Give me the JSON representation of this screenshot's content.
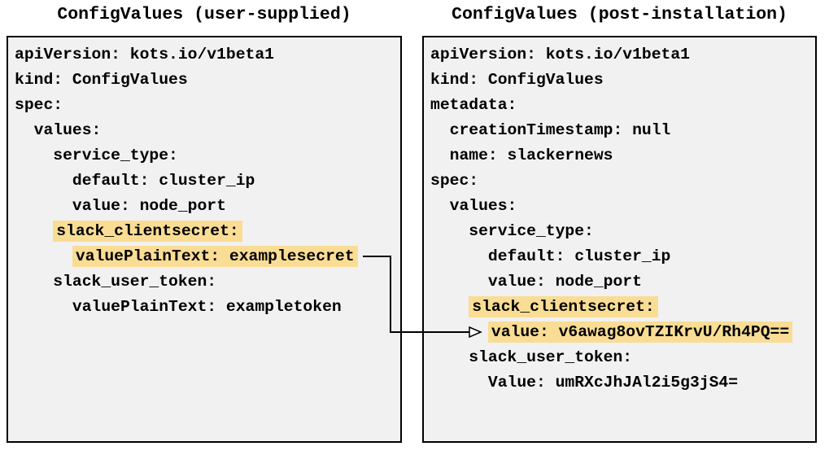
{
  "colors": {
    "page_background": "#ffffff",
    "panel_background": "#f1f1f1",
    "panel_border": "#000000",
    "highlight": "#fadd94",
    "text": "#000000",
    "arrow": "#000000"
  },
  "left_panel": {
    "title": "ConfigValues (user-supplied)",
    "lines": [
      {
        "indent": "",
        "text": "apiVersion: kots.io/v1beta1",
        "highlight": false
      },
      {
        "indent": "",
        "text": "kind: ConfigValues",
        "highlight": false
      },
      {
        "indent": "",
        "text": "spec:",
        "highlight": false
      },
      {
        "indent": "  ",
        "text": "values:",
        "highlight": false
      },
      {
        "indent": "    ",
        "text": "service_type:",
        "highlight": false
      },
      {
        "indent": "      ",
        "text": "default: cluster_ip",
        "highlight": false
      },
      {
        "indent": "      ",
        "text": "value: node_port",
        "highlight": false
      },
      {
        "indent": "    ",
        "text": "slack_clientsecret:",
        "highlight": true
      },
      {
        "indent": "      ",
        "text": "valuePlainText: examplesecret",
        "highlight": true
      },
      {
        "indent": "    ",
        "text": "slack_user_token:",
        "highlight": false
      },
      {
        "indent": "      ",
        "text": "valuePlainText: exampletoken",
        "highlight": false
      }
    ]
  },
  "right_panel": {
    "title": "ConfigValues (post-installation)",
    "lines": [
      {
        "indent": "",
        "text": "apiVersion: kots.io/v1beta1",
        "highlight": false
      },
      {
        "indent": "",
        "text": "kind: ConfigValues",
        "highlight": false
      },
      {
        "indent": "",
        "text": "metadata:",
        "highlight": false
      },
      {
        "indent": "  ",
        "text": "creationTimestamp: null",
        "highlight": false
      },
      {
        "indent": "  ",
        "text": "name: slackernews",
        "highlight": false
      },
      {
        "indent": "",
        "text": "spec:",
        "highlight": false
      },
      {
        "indent": "  ",
        "text": "values:",
        "highlight": false
      },
      {
        "indent": "    ",
        "text": "service_type:",
        "highlight": false
      },
      {
        "indent": "      ",
        "text": "default: cluster_ip",
        "highlight": false
      },
      {
        "indent": "      ",
        "text": "value: node_port",
        "highlight": false
      },
      {
        "indent": "    ",
        "text": "slack_clientsecret:",
        "highlight": true
      },
      {
        "indent": "      ",
        "text": "value: v6awag8ovTZIKrvU/Rh4PQ==",
        "highlight": true
      },
      {
        "indent": "    ",
        "text": "slack_user_token:",
        "highlight": false
      },
      {
        "indent": "      ",
        "text": "Value: umRXcJhJAl2i5g3jS4=",
        "highlight": false
      }
    ]
  },
  "arrow": {
    "from_line": "left_panel.lines.8",
    "to_line": "right_panel.lines.11"
  }
}
